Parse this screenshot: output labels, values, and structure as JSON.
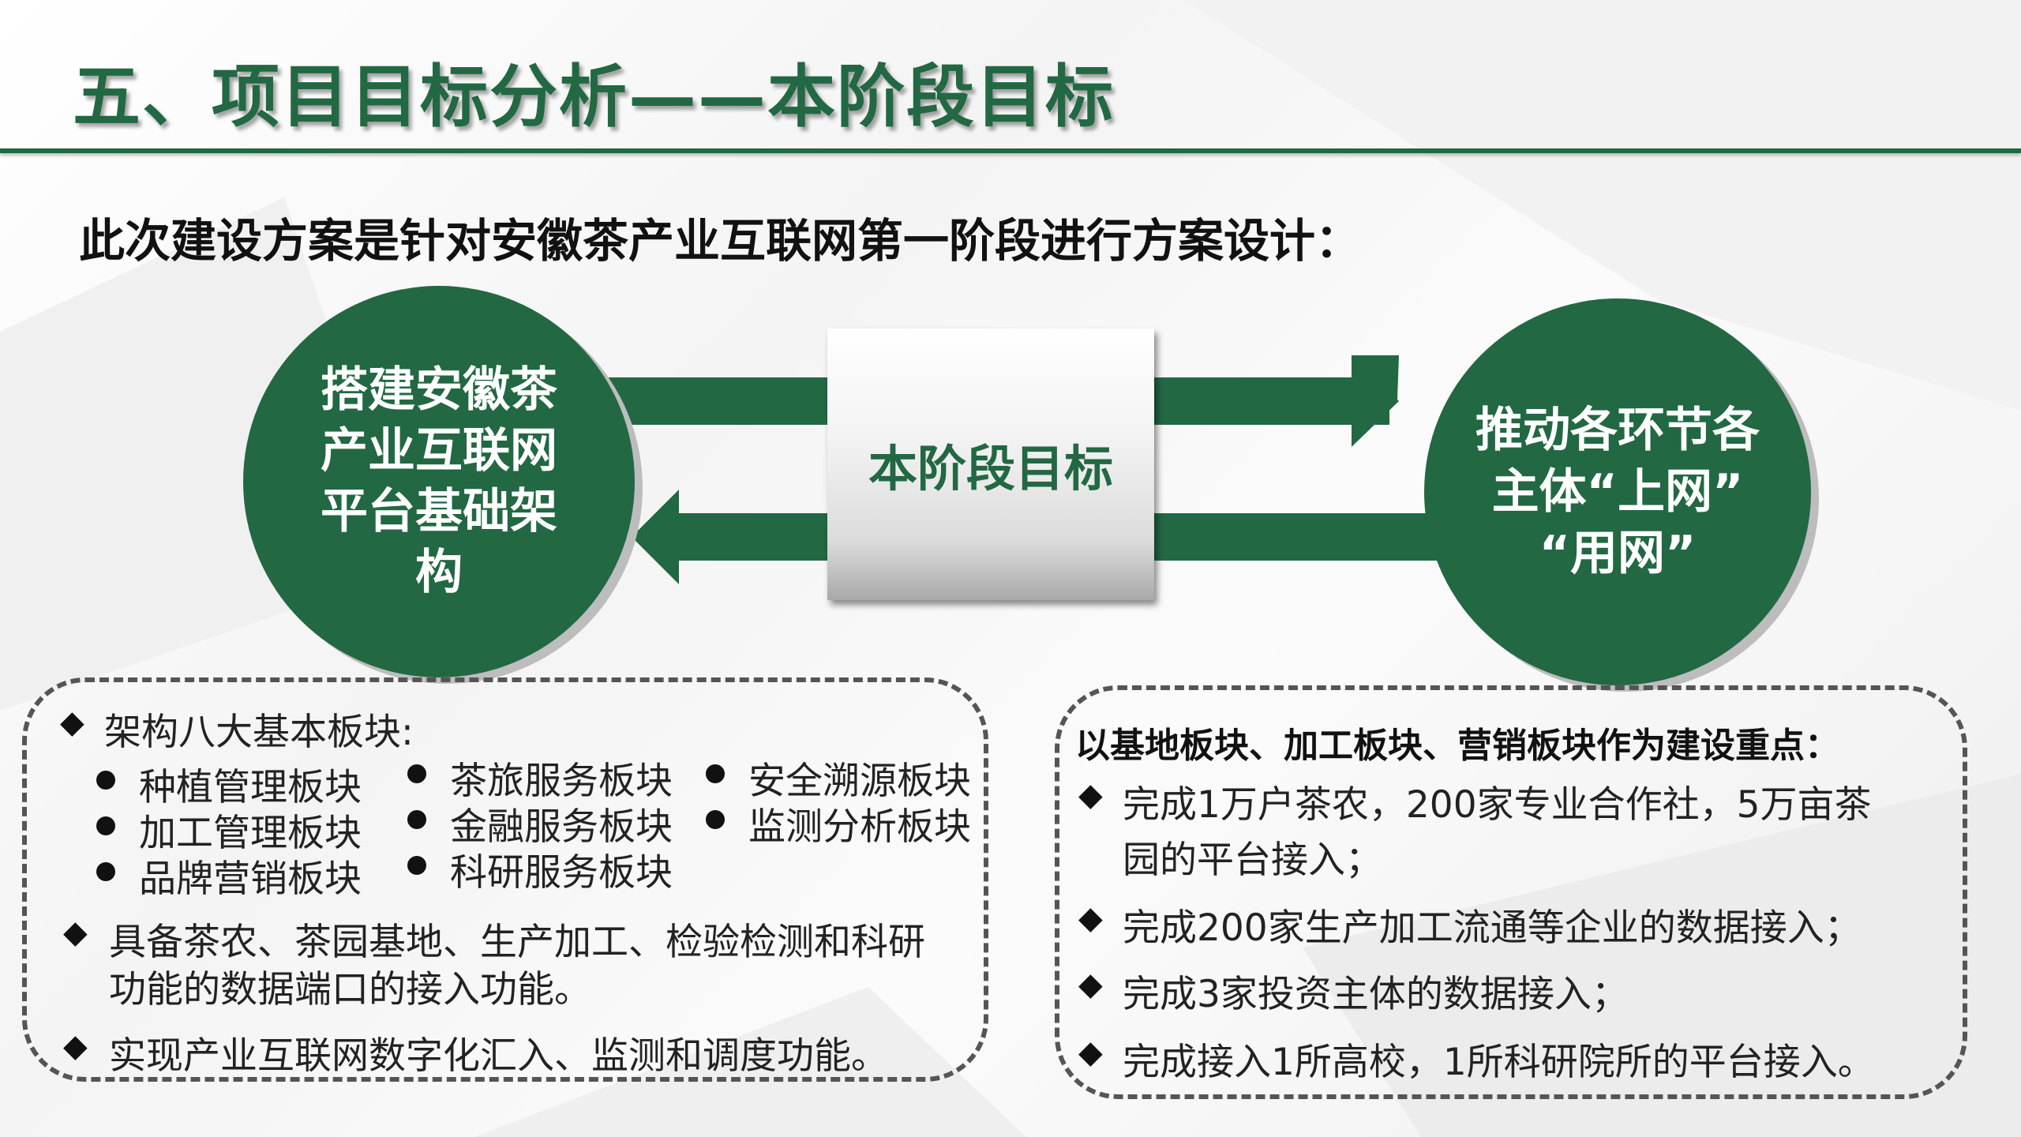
{
  "title": "五、项目目标分析——本阶段目标",
  "intro": "此次建设方案是针对安徽茶产业互联网第一阶段进行方案设计：",
  "diagram": {
    "left_circle": "搭建安徽茶产业互联网平台基础架构",
    "center_box": "本阶段目标",
    "right_circle": "推动各环节各主体“上网” “用网”"
  },
  "left_panel": {
    "heading": "架构八大基本板块:",
    "modules": {
      "col1": [
        "种植管理板块",
        "加工管理板块",
        "品牌营销板块"
      ],
      "col2": [
        "茶旅服务板块",
        "金融服务板块",
        "科研服务板块"
      ],
      "col3": [
        "安全溯源板块",
        "监测分析板块"
      ]
    },
    "item2_line1": "具备茶农、茶园基地、生产加工、检验检测和科研",
    "item2_line2": "功能的数据端口的接入功能。",
    "item3": "实现产业互联网数字化汇入、监测和调度功能。"
  },
  "right_panel": {
    "heading": "以基地板块、加工板块、营销板块作为建设重点：",
    "item1_line1": "完成1万户茶农，200家专业合作社，5万亩茶",
    "item1_line2": "园的平台接入；",
    "item2": "完成200家生产加工流通等企业的数据接入；",
    "item3": "完成3家投资主体的数据接入；",
    "item4": "完成接入1所高校，1所科研院所的平台接入。"
  },
  "colors": {
    "brand_green": "#226843",
    "text": "#111111",
    "dashed_border": "#555555"
  },
  "icons": {
    "bullet": "diamond",
    "sub_bullet": "dot"
  }
}
